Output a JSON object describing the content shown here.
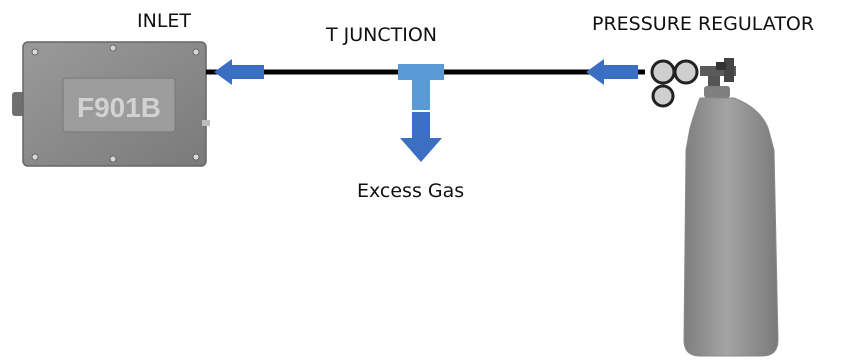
{
  "labels": {
    "inlet": "INLET",
    "t_junction": "T JUNCTION",
    "pressure_regulator": "PRESSURE REGULATOR",
    "excess_gas": "Excess Gas"
  },
  "device": {
    "model": "F901B"
  },
  "colors": {
    "arrow_dark": "#3a6fc4",
    "arrow_light": "#5b9bd5",
    "pipe": "#000000",
    "device_body": "#8c8c8c",
    "cylinder": "#8f8f8f"
  }
}
